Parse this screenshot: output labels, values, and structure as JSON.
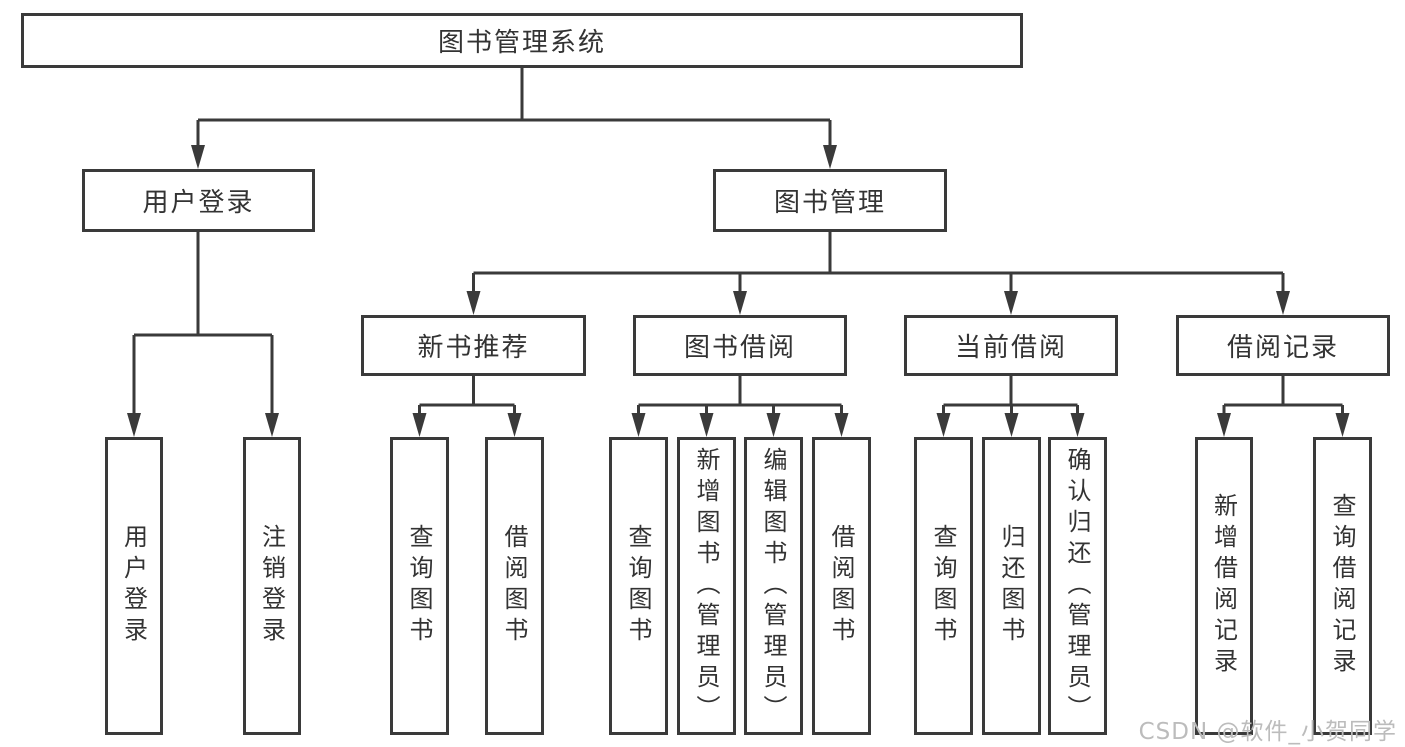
{
  "tree": {
    "root": {
      "label": "图书管理系统"
    },
    "user_login": {
      "label": "用户登录",
      "children": [
        {
          "label": "用户登录"
        },
        {
          "label": "注销登录"
        }
      ]
    },
    "book_mgmt": {
      "label": "图书管理",
      "children": [
        {
          "label": "新书推荐",
          "children": [
            {
              "label": "查询图书"
            },
            {
              "label": "借阅图书"
            }
          ]
        },
        {
          "label": "图书借阅",
          "children": [
            {
              "label": "查询图书"
            },
            {
              "label": "新增图书（管理员）"
            },
            {
              "label": "编辑图书（管理员）"
            },
            {
              "label": "借阅图书"
            }
          ]
        },
        {
          "label": "当前借阅",
          "children": [
            {
              "label": "查询图书"
            },
            {
              "label": "归还图书"
            },
            {
              "label": "确认归还（管理员）"
            }
          ]
        },
        {
          "label": "借阅记录",
          "children": [
            {
              "label": "新增借阅记录"
            },
            {
              "label": "查询借阅记录"
            }
          ]
        }
      ]
    }
  },
  "watermark": "CSDN @软件_小贺同学",
  "colors": {
    "line": "#3a3a3a",
    "box_border": "#3a3a3a",
    "text": "#333333",
    "watermark": "#bcbcbc",
    "background": "#ffffff"
  }
}
